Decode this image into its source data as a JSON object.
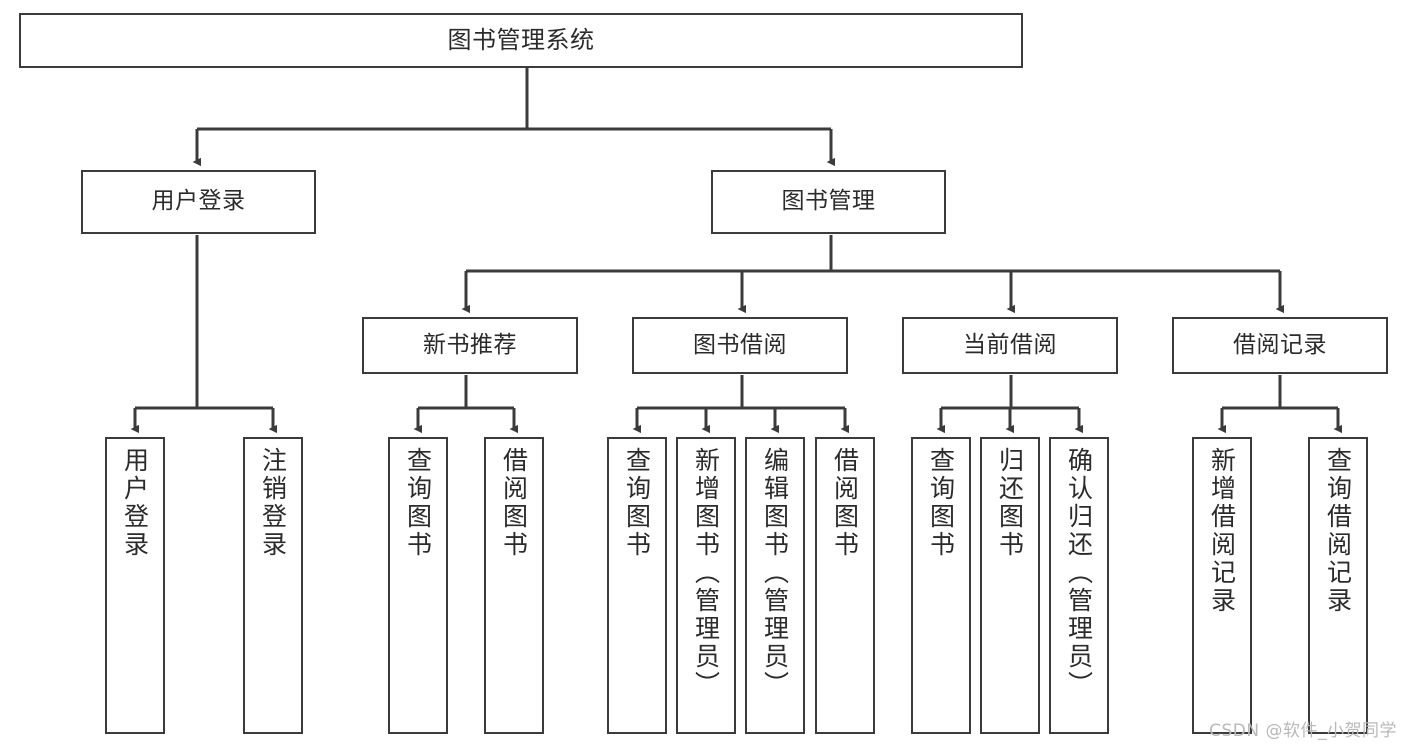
{
  "diagram": {
    "title": "图书管理系统",
    "type": "tree-hierarchy-chart",
    "colors": {
      "box_border": "#3b3b3b",
      "box_fill": "#ffffff",
      "edge": "#3b3b3b",
      "text": "#2b2b2b",
      "watermark": "#b9b9b9",
      "background": "#ffffff"
    },
    "nodes": {
      "root": {
        "label": "图书管理系统"
      },
      "level2": [
        {
          "id": "user-login",
          "label": "用户登录"
        },
        {
          "id": "book-management",
          "label": "图书管理"
        }
      ],
      "level3": [
        {
          "id": "new-book-recommend",
          "label": "新书推荐"
        },
        {
          "id": "book-borrow",
          "label": "图书借阅"
        },
        {
          "id": "current-borrow",
          "label": "当前借阅"
        },
        {
          "id": "borrow-record",
          "label": "借阅记录"
        }
      ],
      "leaves": {
        "user_login": [
          {
            "id": "leaf-user-login",
            "label": "用户登录"
          },
          {
            "id": "leaf-user-logout",
            "label": "注销登录"
          }
        ],
        "new_book_recommend": [
          {
            "id": "leaf-query-book-1",
            "label": "查询图书"
          },
          {
            "id": "leaf-borrow-book-1",
            "label": "借阅图书"
          }
        ],
        "book_borrow": [
          {
            "id": "leaf-query-book-2",
            "label": "查询图书"
          },
          {
            "id": "leaf-add-book",
            "label": "新增图书（管理员）"
          },
          {
            "id": "leaf-edit-book",
            "label": "编辑图书（管理员）"
          },
          {
            "id": "leaf-borrow-book-2",
            "label": "借阅图书"
          }
        ],
        "current_borrow": [
          {
            "id": "leaf-query-book-3",
            "label": "查询图书"
          },
          {
            "id": "leaf-return-book",
            "label": "归还图书"
          },
          {
            "id": "leaf-confirm-return",
            "label": "确认归还（管理员）"
          }
        ],
        "borrow_record": [
          {
            "id": "leaf-add-borrow-record",
            "label": "新增借阅记录"
          },
          {
            "id": "leaf-query-borrow-record",
            "label": "查询借阅记录"
          }
        ]
      }
    },
    "watermark": "CSDN @软件_小贺同学"
  }
}
